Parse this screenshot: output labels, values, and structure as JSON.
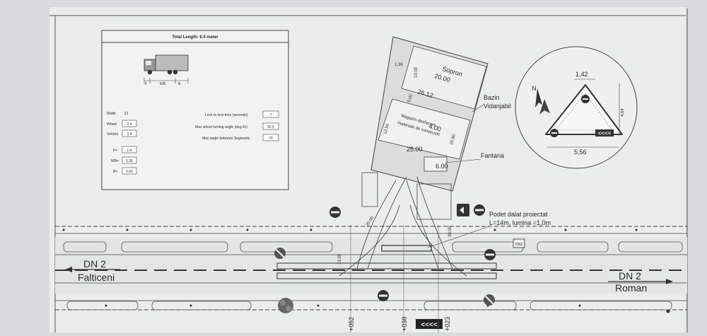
{
  "spec_table": {
    "title": "Total Length: 9.4 meter",
    "dim_f": "F",
    "dim_wb": "WB",
    "dim_b": "B",
    "width_label": "Width",
    "width_value": "21",
    "left_params": [
      {
        "label": "Wheel",
        "value": "2.4"
      },
      {
        "label": "Vehicle",
        "value": "2.4"
      },
      {
        "label": "F=",
        "value": "1.4"
      },
      {
        "label": "WB=",
        "value": "5.35"
      },
      {
        "label": "B=",
        "value": "2.65"
      }
    ],
    "right_params": [
      {
        "label": "Lock to lock time (seconds)",
        "value": "7"
      },
      {
        "label": "Max wheel turning angle (deg 81)",
        "value": "42.5"
      },
      {
        "label": "Max angle between Segments",
        "value": "70"
      }
    ]
  },
  "plan": {
    "sopron_label": "Sopron",
    "sopron_dim": "20.00",
    "dim_136": "1.36",
    "dim_1000": "10.00",
    "dim_2612": "26.12",
    "dim_500": "5.00",
    "dim_1250": "12.50",
    "dim_400": "4.00",
    "dim_2090": "20.90",
    "dim_2500": "25.00",
    "dim_600": "6.00",
    "dim_3000": "30.00",
    "dim_1300": "13.00",
    "magazin_line1": "Magazin desfacere",
    "magazin_line2": "materiale de constructii",
    "bazin_label": "Bazin",
    "bazin_label2": "Vidanjabil",
    "fantana_label": "Fantana",
    "podet_line1": "Podet dalat proiectat",
    "podet_line2": "L=14m, lumina =1,0m"
  },
  "roads": {
    "left_road": "DN 2",
    "left_city": "Falticeni",
    "right_road": "DN 2",
    "right_city": "Roman"
  },
  "sign_detail": {
    "width_dim": "5,56",
    "height_dim": "4,64",
    "top_dim": "1,42",
    "north_label": "N"
  },
  "stations": [
    "+052",
    "+038",
    "+023"
  ],
  "chevron_text": "<<<<",
  "small_sign_text": "DN2"
}
